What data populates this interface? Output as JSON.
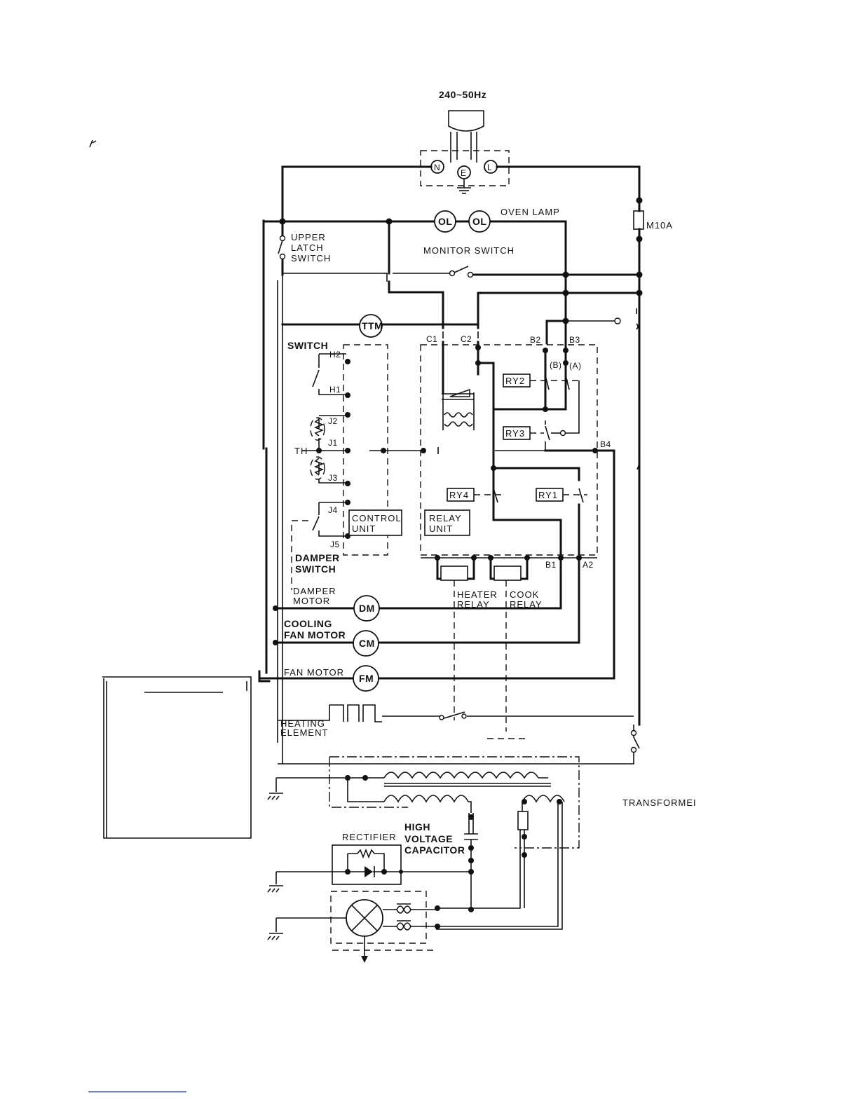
{
  "supply": {
    "rating": "240~50Hz",
    "neutral": "N",
    "earth": "E",
    "live": "L"
  },
  "fuse": {
    "label": "M10A"
  },
  "lamps": {
    "symbol": "OL",
    "label": "OVEN LAMP"
  },
  "switches": {
    "upper_latch": [
      "UPPER",
      "LATCH",
      "SWITCH"
    ],
    "monitor": "MONITOR SWITCH",
    "switch": "SWITCH",
    "damper": [
      "DAMPER",
      "SWITCH"
    ]
  },
  "timer_motor": "TTM",
  "control_unit": {
    "label": [
      "CONTROL",
      "UNIT"
    ],
    "terminals": [
      "H2",
      "H1",
      "J2",
      "J1",
      "J3",
      "J4",
      "J5"
    ],
    "thermistor": "TH"
  },
  "relay_unit": {
    "label": [
      "RELAY",
      "UNIT"
    ],
    "terminals_top": [
      "C1",
      "C2",
      "B2",
      "B3"
    ],
    "terminals_side": [
      "B4",
      "B1",
      "A2"
    ],
    "contacts": [
      "(B)",
      "(A)"
    ],
    "relays": [
      "RY2",
      "RY3",
      "RY4",
      "RY1"
    ]
  },
  "relays_external": {
    "heater": [
      "HEATER",
      "RELAY"
    ],
    "cook": [
      "COOK",
      "RELAY"
    ]
  },
  "motors": {
    "damper": {
      "symbol": "DM",
      "label": [
        "DAMPER",
        "MOTOR"
      ]
    },
    "cooling": {
      "symbol": "CM",
      "label": [
        "COOLING",
        "FAN MOTOR"
      ]
    },
    "fan": {
      "symbol": "FM",
      "label": "FAN MOTOR"
    }
  },
  "heating_element": [
    "HEATING",
    "ELEMENT"
  ],
  "transformer": "TRANSFORMEI",
  "high_voltage": {
    "rectifier": "RECTIFIER",
    "capacitor": [
      "HIGH",
      "VOLTAGE",
      "CAPACITOR"
    ]
  }
}
